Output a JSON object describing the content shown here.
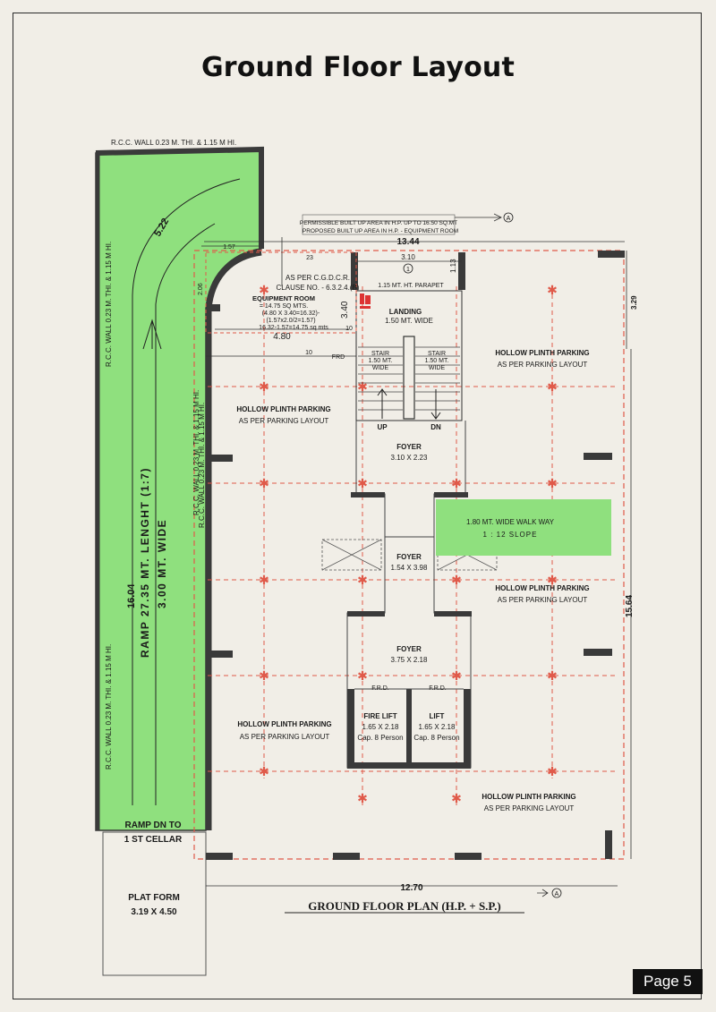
{
  "title": "Ground Floor Layout",
  "page_label": "Page 5",
  "colors": {
    "ramp_green": "#8fe07e",
    "grid_red": "#e05a4a",
    "wall_dark": "#3a3a3a"
  },
  "drawing": {
    "caption": "GROUND FLOOR PLAN (H.P. + S.P.)",
    "wall_top": "R.C.C. WALL 0.23 M. THI. & 1.15 M HI.",
    "wall_left_1": "R.C.C. WALL 0.23 M. THI. & 1.15 M HI.",
    "wall_left_2": "R.C.C. WALL 0.23 M. THI. & 1.15 M HI.",
    "wall_right_1": "R.C.C. WALL 0.23 M. THI. & 1.15 M HI.",
    "wall_right_2": "R.C.C. WALL 0.23 M. THI. & 1.15 M HI.",
    "ramp_length": "RAMP 27.35 MT. LENGHT (1:7)",
    "ramp_width": "3.00 MT. WIDE",
    "ramp_dim": "16.04",
    "ramp_radius": "5.22",
    "ramp_down_1": "RAMP DN TO",
    "ramp_down_2": "1 ST CELLAR",
    "platform_1": "PLAT FORM",
    "platform_2": "3.19 X 4.50",
    "permissible_1": "PERMISSIBLE BUILT UP AREA IN H.P. UP TO 16.50 SQ.MT",
    "permissible_2": "PROPOSED BUILT UP AREA IN H.P. - EQUIPMENT ROOM",
    "dim_13_44": "13.44",
    "dim_3_10": "3.10",
    "dim_1_13": "1.13",
    "dim_3_29": "3.29",
    "dim_15_64": "15.64",
    "dim_12_70": "12.70",
    "dim_1_57": "1.57",
    "dim_2_06": "2.06",
    "dim_23": "23",
    "dim_3_40": "3.40",
    "dim_4_80": "4.80",
    "dim_10a": "10",
    "dim_10b": "10",
    "frd_top": "FRD",
    "section_a": "A",
    "section_a_num": "1",
    "cgdcr_1": "AS PER C.G.D.C.R.",
    "cgdcr_2": "CLAUSE NO. - 6.3.2.4.(B)",
    "equip_1": "EQUIPMENT ROOM",
    "equip_2": "= 14.75 SQ MTS.",
    "equip_3": "(4.80 X 3.40=16.32)-",
    "equip_4": "(1.57x2.0/2=1.57)",
    "equip_5": "16.32-1.57=14.75 sq mts",
    "parapet": "1.15 MT. HT. PARAPET",
    "landing_1": "LANDING",
    "landing_2": "1.50 MT. WIDE",
    "stair_l_1": "STAIR",
    "stair_l_2": "1.50 MT.",
    "stair_l_3": "WIDE",
    "stair_r_1": "STAIR",
    "stair_r_2": "1.50 MT.",
    "stair_r_3": "WIDE",
    "up": "UP",
    "dn": "DN",
    "foyer1_1": "FOYER",
    "foyer1_2": "3.10 X 2.23",
    "foyer2_1": "FOYER",
    "foyer2_2": "1.54 X 3.98",
    "foyer3_1": "FOYER",
    "foyer3_2": "3.75 X 2.18",
    "walkway_1": "1.80 MT.  WIDE WALK WAY",
    "walkway_2": "1 : 12  SLOPE",
    "parking_a_1": "HOLLOW PLINTH PARKING",
    "parking_a_2": "AS PER PARKING LAYOUT",
    "parking_b_1": "HOLLOW PLINTH PARKING",
    "parking_b_2": "AS PER PARKING LAYOUT",
    "parking_c_1": "HOLLOW PLINTH PARKING",
    "parking_c_2": "AS PER PARKING LAYOUT",
    "parking_d_1": "HOLLOW PLINTH PARKING",
    "parking_d_2": "AS PER PARKING LAYOUT",
    "parking_e_1": "HOLLOW PLINTH PARKING",
    "parking_e_2": "AS PER PARKING LAYOUT",
    "frd_1": "F.R.D.",
    "frd_2": "F.R.D.",
    "fire_lift_1": "FIRE LIFT",
    "fire_lift_2": "1.65 X 2.18",
    "fire_lift_3": "Cap. 8 Person",
    "lift_1": "LIFT",
    "lift_2": "1.65 X 2.18",
    "lift_3": "Cap. 8 Person"
  }
}
